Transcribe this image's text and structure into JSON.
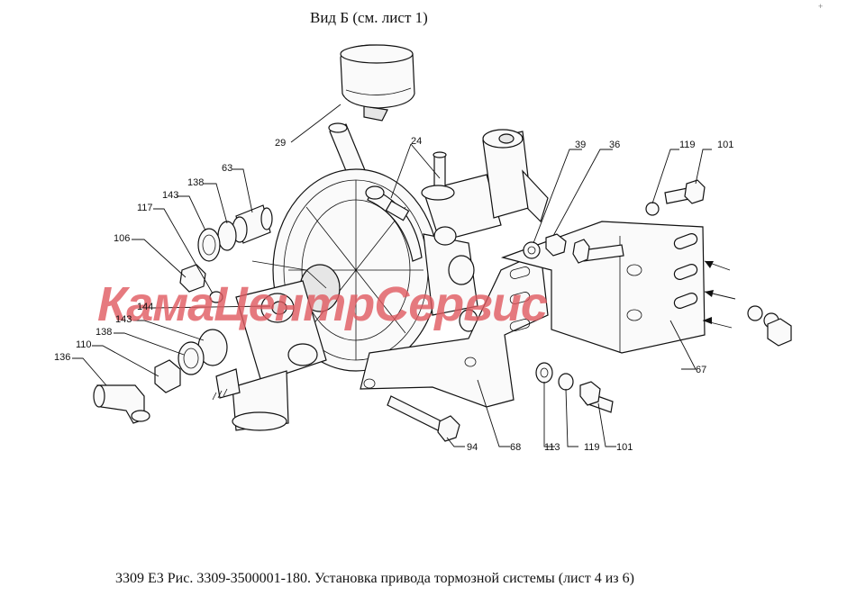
{
  "view_title": "Вид Б (см. лист 1)",
  "caption": "3309 Е3 Рис. 3309-3500001-180. Установка привода тормозной системы (лист 4 из 6)",
  "corner_mark": "+",
  "watermark": "КамаЦентрСервис",
  "callouts": {
    "c29": "29",
    "c24": "24",
    "c63": "63",
    "c138a": "138",
    "c143a": "143",
    "c117": "117",
    "c106": "106",
    "c144": "144",
    "c143b": "143",
    "c138b": "138",
    "c110": "110",
    "c136": "136",
    "c39": "39",
    "c36": "36",
    "c119a": "119",
    "c101a": "101",
    "c67": "67",
    "c94": "94",
    "c68": "68",
    "c113": "113",
    "c119b": "119",
    "c101b": "101"
  },
  "colors": {
    "line": "#111111",
    "watermark": "#e05a60",
    "background": "#ffffff"
  }
}
